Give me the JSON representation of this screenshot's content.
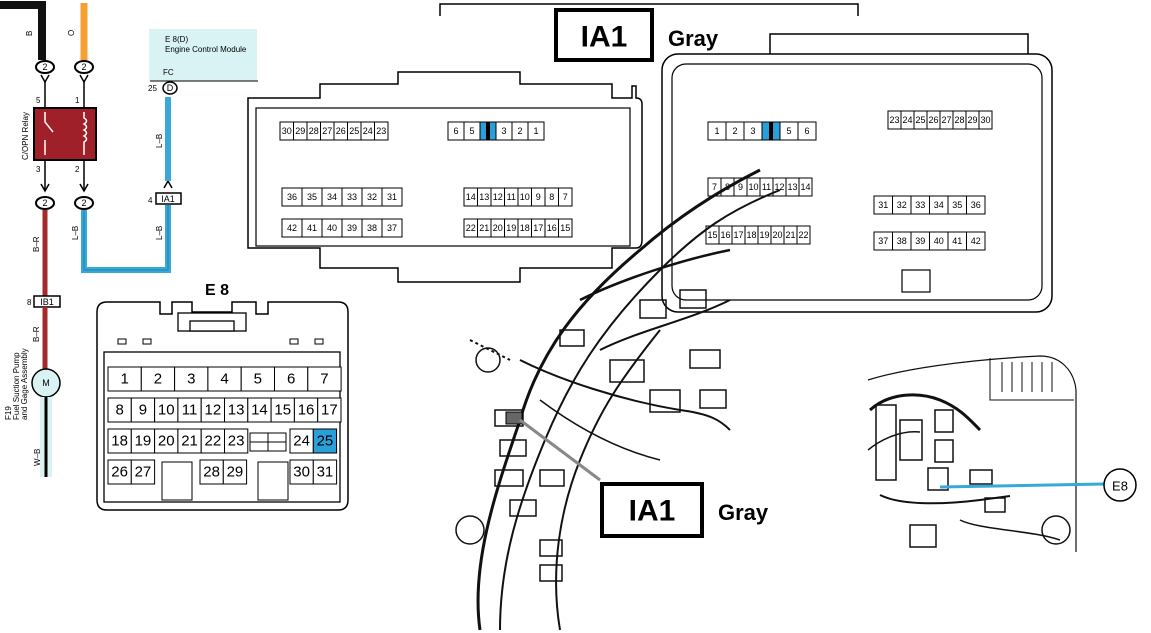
{
  "schematic": {
    "wire_b": "B",
    "wire_o": "O",
    "wire_br": "B–R",
    "wire_lb": "L–B",
    "wire_wb": "W–B",
    "ecm_code": "E 8(D)",
    "ecm_name": "Engine Control Module",
    "ecm_terminal": "FC",
    "ecm_pin": "25",
    "ecm_pin_letter": "D",
    "relay_name": "C/OPN Relay",
    "relay_pins": [
      "5",
      "1",
      "3",
      "2"
    ],
    "junction_labels": [
      "2",
      "2",
      "2",
      "2"
    ],
    "ia1_conn": "IA1",
    "ia1_pin": "4",
    "ib1_conn": "IB1",
    "ib1_pin": "8",
    "pump_symbol": "M",
    "pump_code": "F19",
    "pump_name_1": "Fuel Suction Pump",
    "pump_name_2": "and Gage Assembly"
  },
  "e8_connector": {
    "title": "E 8",
    "row1": [
      "1",
      "2",
      "3",
      "4",
      "5",
      "6",
      "7"
    ],
    "row2": [
      "8",
      "9",
      "10",
      "11",
      "12",
      "13",
      "14",
      "15",
      "16",
      "17"
    ],
    "row3": [
      "18",
      "19",
      "20",
      "21",
      "22",
      "23",
      "24",
      "25"
    ],
    "row4": [
      "26",
      "27",
      "28",
      "29",
      "30",
      "31"
    ],
    "highlight_pin": "25",
    "highlight_color": "#2a9fd8"
  },
  "ia1_left": {
    "top_left": [
      "30",
      "29",
      "28",
      "27",
      "26",
      "25",
      "24",
      "23"
    ],
    "top_right": [
      "6",
      "5",
      "4",
      "3",
      "2",
      "1"
    ],
    "mid_left": [
      "36",
      "35",
      "34",
      "33",
      "32",
      "31"
    ],
    "mid_right": [
      "14",
      "13",
      "12",
      "11",
      "10",
      "9",
      "8",
      "7"
    ],
    "bot_left": [
      "42",
      "41",
      "40",
      "39",
      "38",
      "37"
    ],
    "bot_right": [
      "22",
      "21",
      "20",
      "19",
      "18",
      "17",
      "16",
      "15"
    ],
    "highlight_pin": "4"
  },
  "ia1_right": {
    "title": "IA1",
    "color": "Gray",
    "top_left": [
      "1",
      "2",
      "3",
      "4",
      "5",
      "6"
    ],
    "top_right": [
      "23",
      "24",
      "25",
      "26",
      "27",
      "28",
      "29",
      "30"
    ],
    "mid_left": [
      "7",
      "8",
      "9",
      "10",
      "11",
      "12",
      "13",
      "14"
    ],
    "mid_right": [
      "31",
      "32",
      "33",
      "34",
      "35",
      "36"
    ],
    "bot_left": [
      "15",
      "16",
      "17",
      "18",
      "19",
      "20",
      "21",
      "22"
    ],
    "bot_right": [
      "37",
      "38",
      "39",
      "40",
      "41",
      "42"
    ],
    "highlight_pin": "4"
  },
  "location": {
    "ia1_label": "IA1",
    "ia1_color": "Gray",
    "e8_callout": "E8"
  },
  "colors": {
    "wire_black": "#111111",
    "wire_orange": "#f5a030",
    "wire_red": "#a52a2a",
    "wire_blue": "#36a9d8",
    "relay_fill": "#a0202a",
    "ecm_fill": "#d9f3f5",
    "highlight": "#2a9fd8"
  }
}
